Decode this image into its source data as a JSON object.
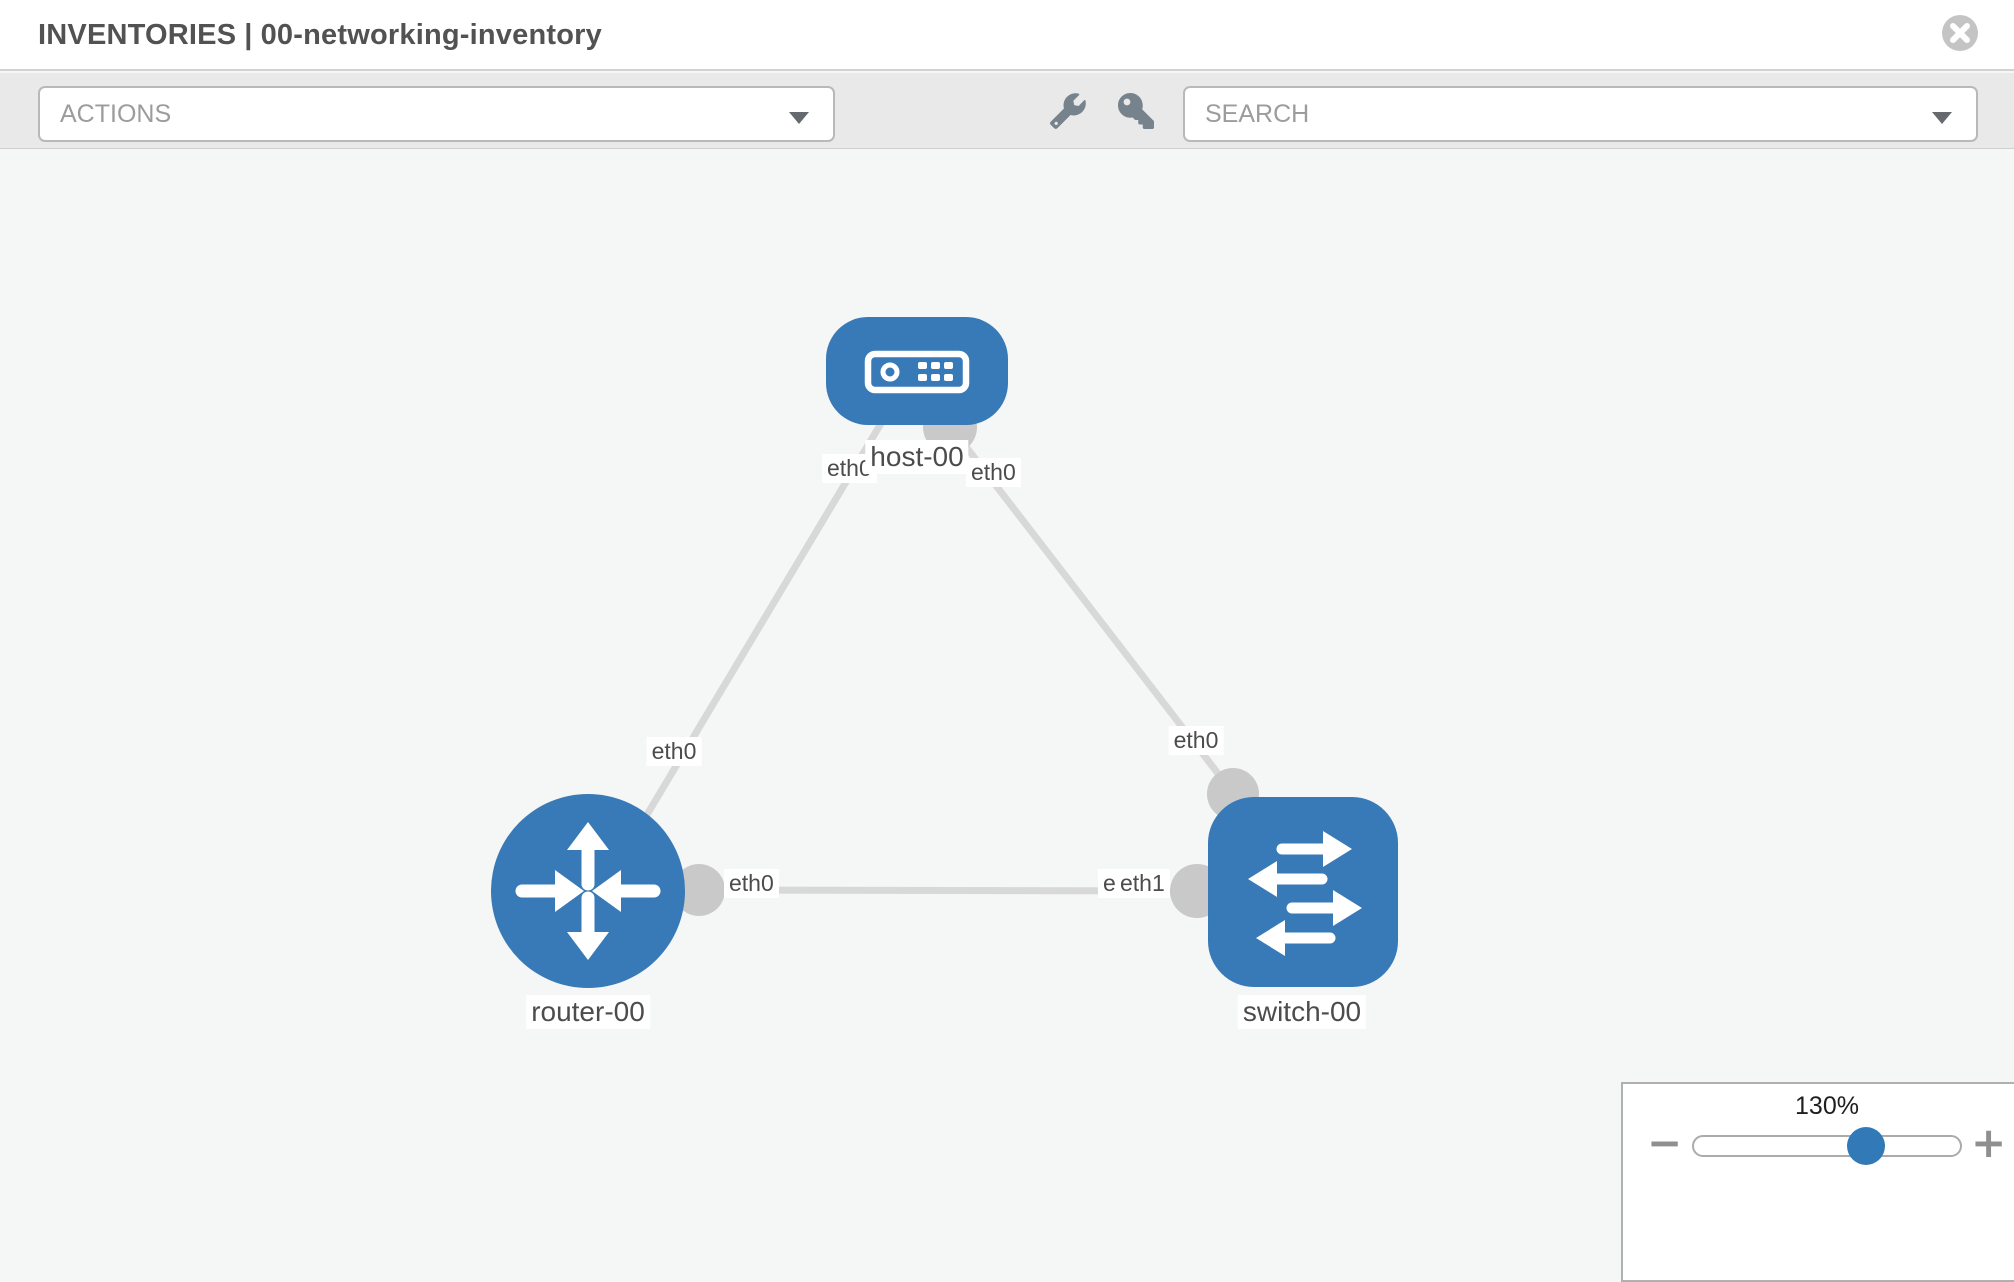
{
  "header": {
    "section": "INVENTORIES",
    "separator": "|",
    "inventory_name": "00-networking-inventory"
  },
  "toolbar": {
    "actions_placeholder": "ACTIONS",
    "search_placeholder": "SEARCH",
    "icons": {
      "tools": "wrench",
      "credentials": "key",
      "close": "x-circle",
      "actions_caret": "chevron-down",
      "search_caret": "chevron-down"
    }
  },
  "canvas": {
    "nodes": [
      {
        "id": "host-00",
        "label": "host-00",
        "type": "host"
      },
      {
        "id": "router-00",
        "label": "router-00",
        "type": "router"
      },
      {
        "id": "switch-00",
        "label": "switch-00",
        "type": "switch"
      }
    ],
    "links": [
      {
        "from": "host-00",
        "from_iface": "eth0",
        "to": "router-00",
        "to_iface": "eth0"
      },
      {
        "from": "host-00",
        "from_iface": "eth0",
        "to": "switch-00",
        "to_iface": "eth0"
      },
      {
        "from": "router-00",
        "from_iface": "eth0",
        "to": "switch-00",
        "to_iface": "eth1"
      }
    ],
    "iface_labels": {
      "host_left": "eth0",
      "host_right": "eth0",
      "diag_left": "eth0",
      "diag_right": "eth0",
      "router_right": "eth0",
      "switch_left_under": "eth0",
      "switch_left_over": "eth1"
    }
  },
  "zoom_control": {
    "level": "130%",
    "minus": "−",
    "plus": "+"
  },
  "colors": {
    "node_blue": "#3879b7",
    "link_gray": "#d8d8d8",
    "connector_gray": "#c9c9c9",
    "canvas_bg": "#f5f6f6",
    "toolbar_bg": "#e9e9e9",
    "accent": "#3279b7"
  }
}
